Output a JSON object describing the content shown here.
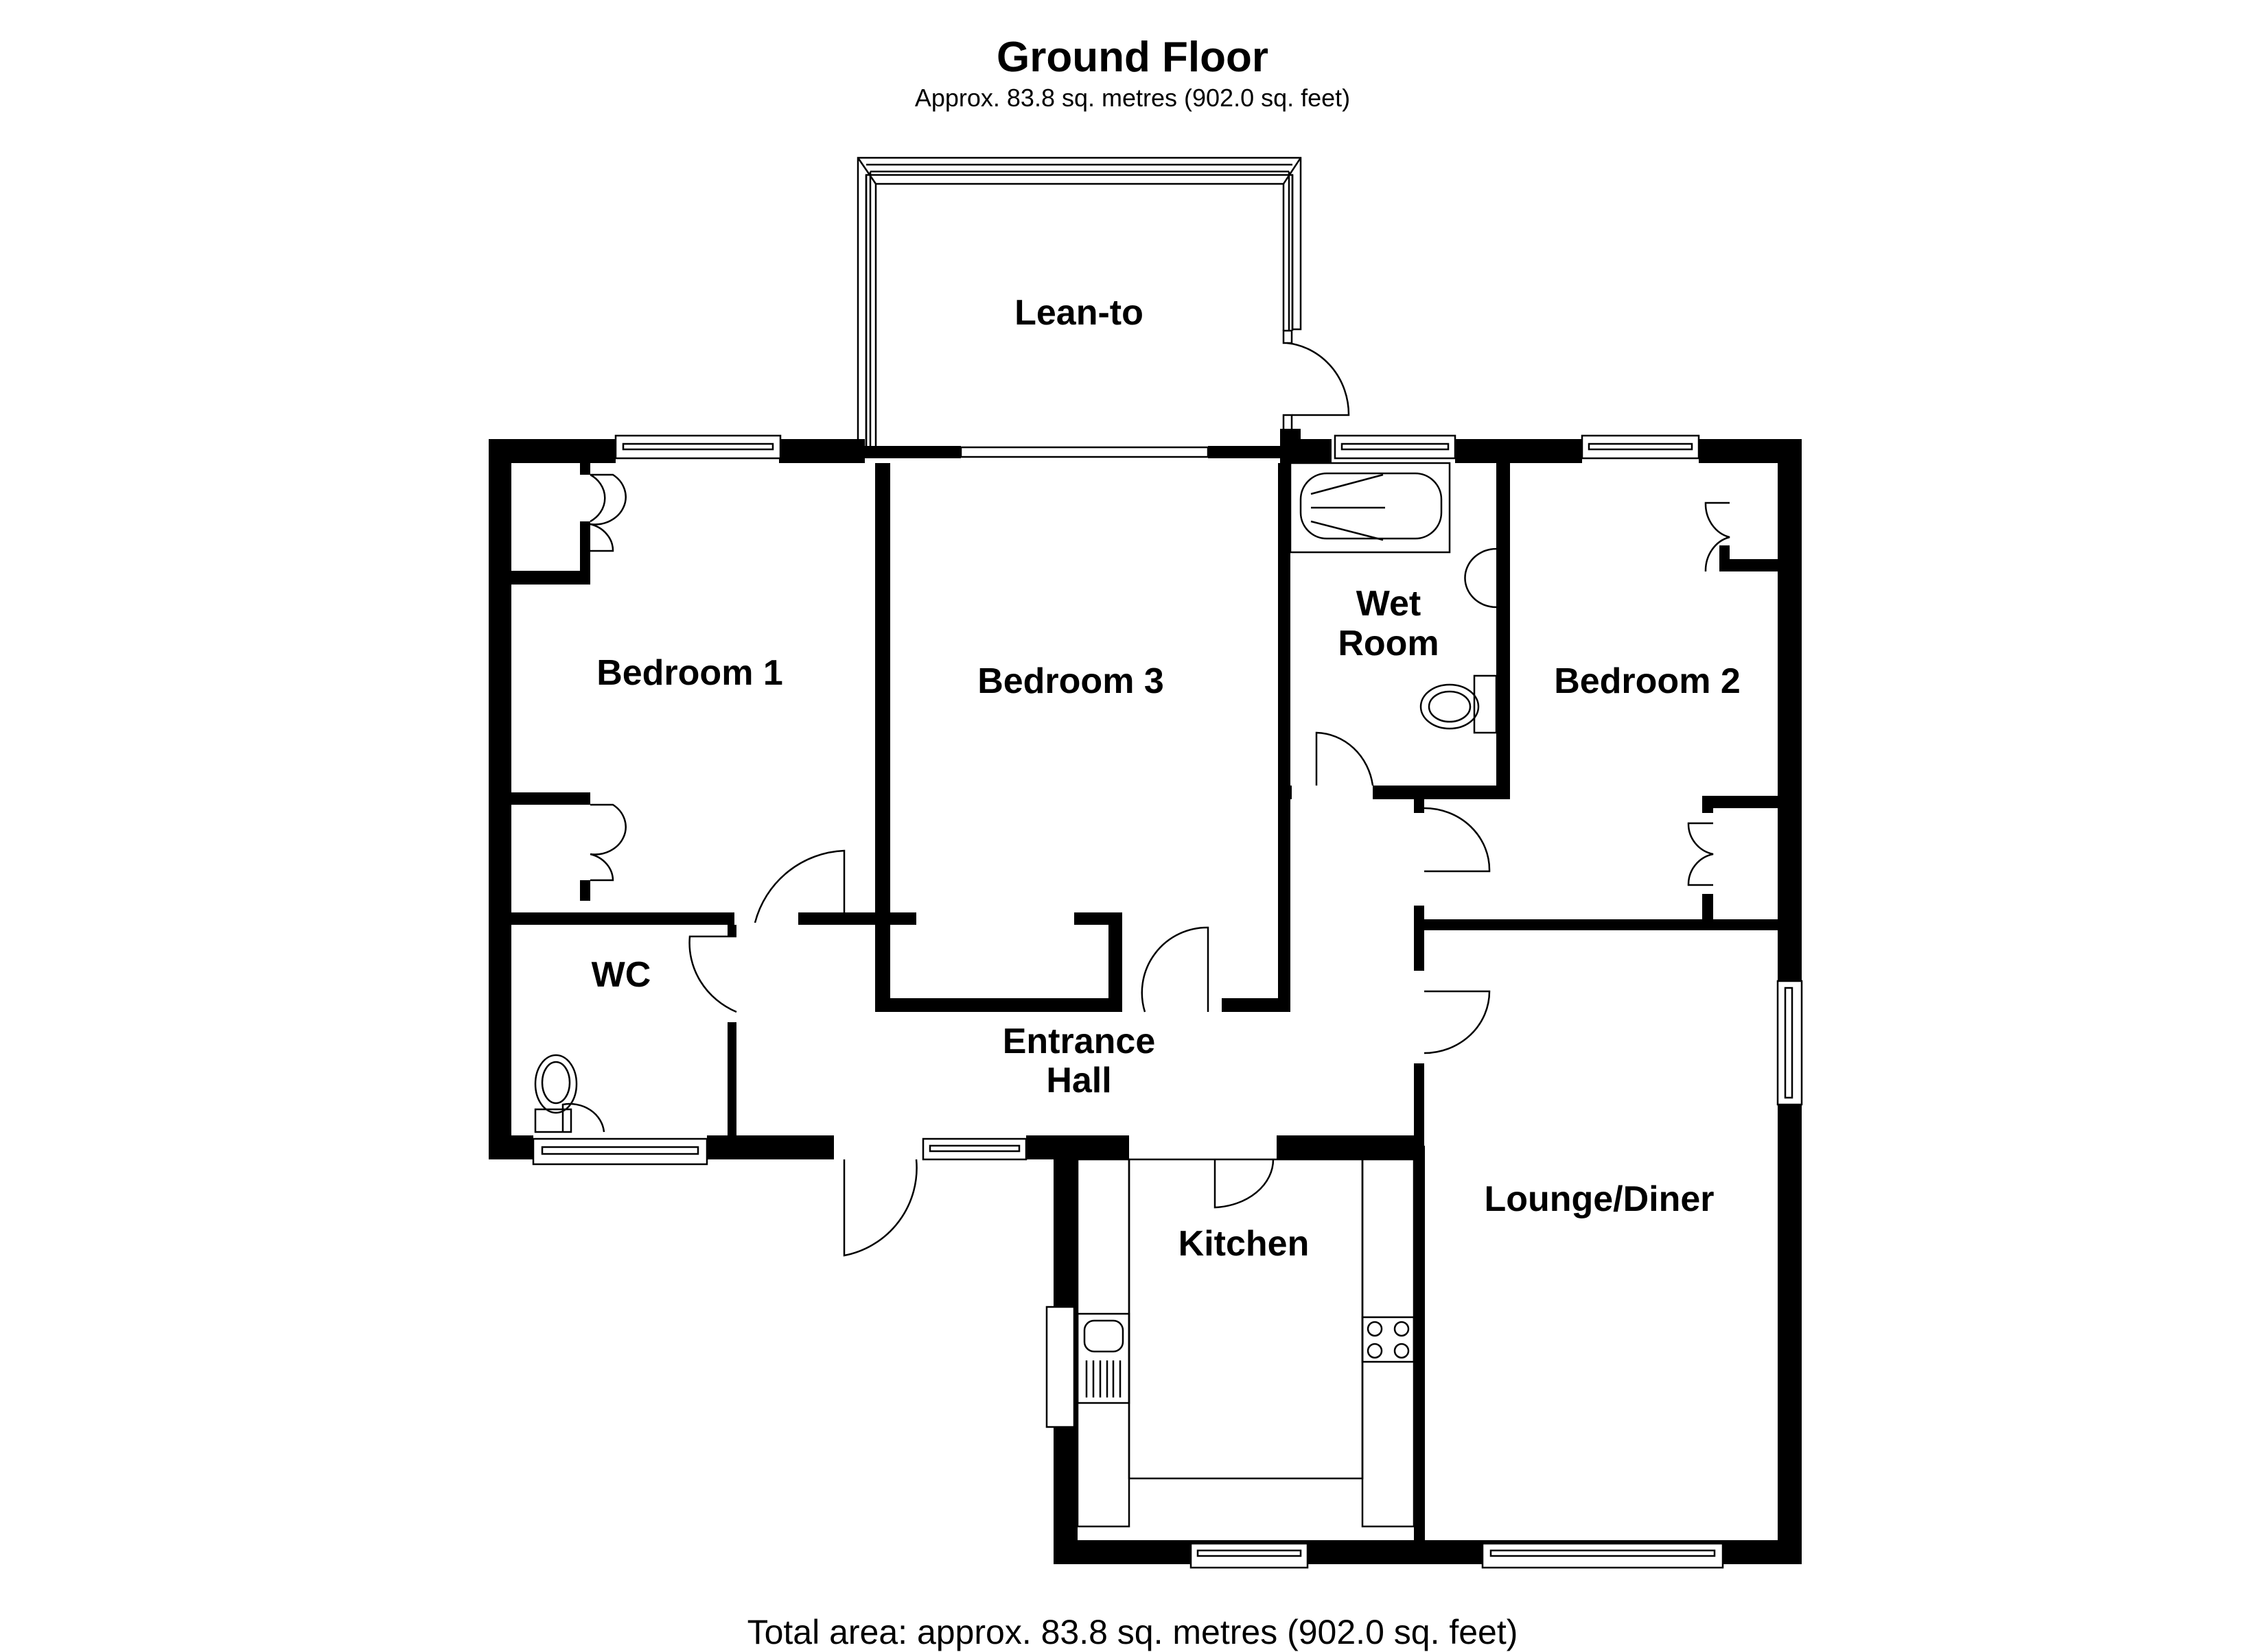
{
  "header": {
    "title": "Ground Floor",
    "subtitle": "Approx. 83.8 sq. metres (902.0 sq. feet)"
  },
  "rooms": [
    {
      "id": "lean-to",
      "label": "Lean-to"
    },
    {
      "id": "bedroom-1",
      "label": "Bedroom 1"
    },
    {
      "id": "bedroom-3",
      "label": "Bedroom 3"
    },
    {
      "id": "wet-room",
      "label_line1": "Wet",
      "label_line2": "Room"
    },
    {
      "id": "bedroom-2",
      "label": "Bedroom 2"
    },
    {
      "id": "wc",
      "label": "WC"
    },
    {
      "id": "entrance-hall",
      "label_line1": "Entrance",
      "label_line2": "Hall"
    },
    {
      "id": "kitchen",
      "label": "Kitchen"
    },
    {
      "id": "lounge-diner",
      "label": "Lounge/Diner"
    }
  ],
  "colors": {
    "wall": "#000000",
    "background": "#ffffff",
    "fixture_line": "#000000"
  },
  "footer": {
    "total_area": "Total area: approx. 83.8 sq. metres (902.0 sq. feet)"
  }
}
